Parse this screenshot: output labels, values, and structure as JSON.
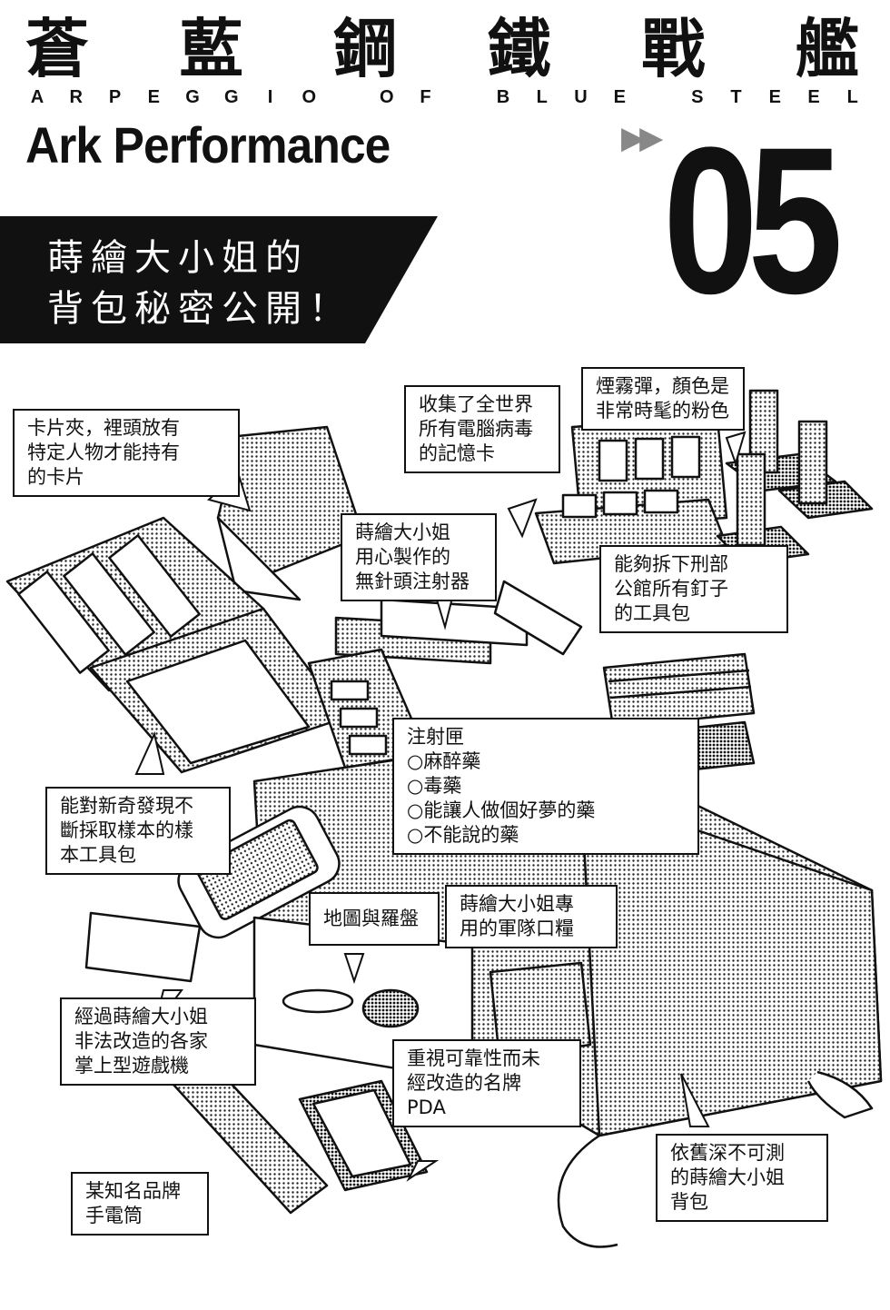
{
  "header": {
    "title_chars": [
      "蒼",
      "藍",
      "鋼",
      "鐵",
      "戰",
      "艦"
    ],
    "subtitle_letters": [
      "A",
      "R",
      "P",
      "E",
      "G",
      "G",
      "I",
      "O",
      "",
      "O",
      "F",
      "",
      "B",
      "L",
      "U",
      "E",
      "",
      "S",
      "T",
      "E",
      "E",
      "L"
    ],
    "series": "Ark Performance",
    "arrows": "▶▶",
    "issue_number": "05"
  },
  "banner": {
    "line1": "蒔繪大小姐的",
    "line2": "背包秘密公開！"
  },
  "callouts": {
    "card_holder": [
      "卡片夾，裡頭放有",
      "特定人物才能持有",
      "的卡片"
    ],
    "memory_card": [
      "收集了全世界",
      "所有電腦病毒",
      "的記憶卡"
    ],
    "smoke_grenade": [
      "煙霧彈，顏色是",
      "非常時髦的粉色"
    ],
    "injector": [
      "蒔繪大小姐",
      "用心製作的",
      "無針頭注射器"
    ],
    "tool_kit": [
      "能夠拆下刑部",
      "公館所有釘子",
      "的工具包"
    ],
    "syringe_box": [
      "注射匣",
      "○麻醉藥",
      "○毒藥",
      "○能讓人做個好夢的藥",
      "○不能說的藥"
    ],
    "sample_kit": [
      "能對新奇發現不",
      "斷採取樣本的樣",
      "本工具包"
    ],
    "map_compass": [
      "地圖與羅盤"
    ],
    "rations": [
      "蒔繪大小姐專",
      "用的軍隊口糧"
    ],
    "game_consoles": [
      "經過蒔繪大小姐",
      "非法改造的各家",
      "掌上型遊戲機"
    ],
    "pda": [
      "重視可靠性而未",
      "經改造的名牌",
      "PDA"
    ],
    "flashlight": [
      "某知名品牌",
      "手電筒"
    ],
    "backpack": [
      "依舊深不可測",
      "的蒔繪大小姐",
      "背包"
    ]
  },
  "colors": {
    "ink": "#111111",
    "paper": "#ffffff",
    "tone": "#9a9a9a"
  }
}
